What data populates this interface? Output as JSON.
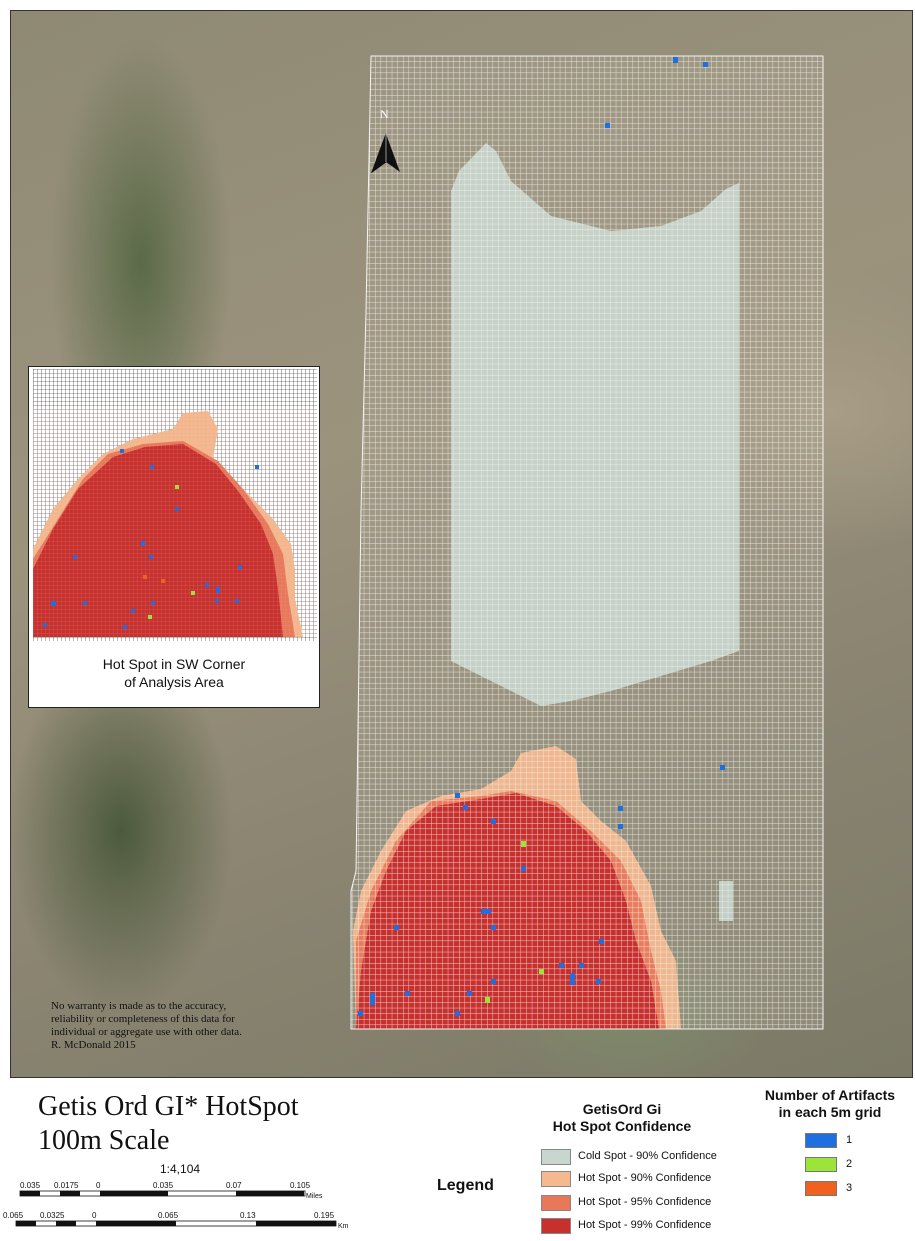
{
  "map": {
    "title_line1": "Getis Ord GI* HotSpot",
    "title_line2": "100m Scale",
    "north_label": "N",
    "scale_ratio": "1:4,104",
    "scale_miles": {
      "ticks": [
        "0.035",
        "0.0175",
        "0",
        "0.035",
        "0.07",
        "0.105"
      ],
      "unit": "Miles"
    },
    "scale_km": {
      "ticks": [
        "0.065",
        "0.0325",
        "0",
        "0.065",
        "0.13",
        "0.195"
      ],
      "unit": "Km"
    },
    "disclaimer_lines": [
      "No warranty is made as to the accuracy,",
      "reliability or completeness of this data for",
      "individual or aggregate use with other data.",
      "R. McDonald 2015"
    ],
    "inset_caption_line1": "Hot Spot in SW Corner",
    "inset_caption_line2": "of Analysis Area"
  },
  "legend": {
    "word": "Legend",
    "heading_line1": "GetisOrd Gi",
    "heading_line2": "Hot Spot Confidence",
    "items": [
      {
        "label": "Cold Spot - 90% Confidence",
        "color": "#c9d6cd"
      },
      {
        "label": "Hot Spot - 90% Confidence",
        "color": "#f4b98f"
      },
      {
        "label": "Hot Spot - 95% Confidence",
        "color": "#e8785a"
      },
      {
        "label": "Hot Spot - 99% Confidence",
        "color": "#c8302e"
      }
    ],
    "artifacts_heading_line1": "Number of Artifacts",
    "artifacts_heading_line2": "in each 5m grid",
    "artifact_items": [
      {
        "label": "1",
        "color": "#1f6fe0"
      },
      {
        "label": "2",
        "color": "#9be43a"
      },
      {
        "label": "3",
        "color": "#f0601e"
      }
    ]
  }
}
